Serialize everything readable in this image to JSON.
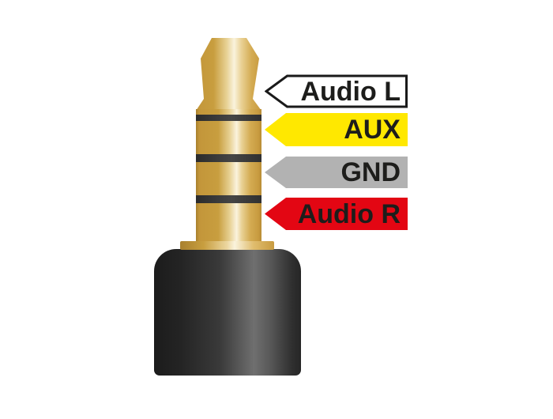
{
  "background_color": "#ffffff",
  "label_text_color": "#1d1d1b",
  "labels": [
    {
      "text": "Audio L",
      "fill": "#ffffff",
      "border": "#1a1a1a"
    },
    {
      "text": "AUX",
      "fill": "#ffe800",
      "border": "none"
    },
    {
      "text": "GND",
      "fill": "#b2b2b2",
      "border": "none"
    },
    {
      "text": "Audio R",
      "fill": "#e30613",
      "border": "none"
    }
  ],
  "connector_colors": {
    "gold_highlight": "#faf3dd",
    "gold_mid": "#c89e3f",
    "gold_edge": "#a8802e",
    "insulator_ring": "#3a3a3a",
    "body_dark": "#1c1c1c",
    "body_highlight": "#6f6f6f"
  }
}
